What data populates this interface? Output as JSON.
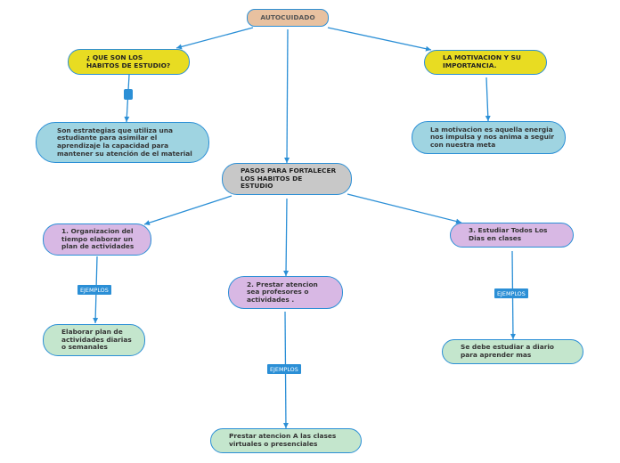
{
  "colors": {
    "line": "#2b8fd6",
    "root": "#e8c1a0",
    "yellow": "#e8dc22",
    "blue": "#9fd4e1",
    "gray": "#c8c8c8",
    "purple": "#d8b8e4",
    "green": "#c4e6cd"
  },
  "nodes": {
    "root": "AUTOCUIDADO",
    "que_son": "¿ QUE SON LOS\nHABITOS DE ESTUDIO?",
    "que_son_def": "Son estrategias que utiliza una\nestudiante para asimilar el\naprendizaje la capacidad para\nmantener su atención de el material",
    "motivacion": "LA MOTIVACION Y SU\nIMPORTANCIA.",
    "motivacion_def": "La motivacion es aquella energia\nnos impulsa y nos anima a seguir\ncon nuestra meta",
    "pasos": "PASOS PARA FORTALECER\nLOS HABITOS DE\nESTUDIO",
    "paso1": "1. Organizacion del\ntiempo elaborar un\nplan de actividades",
    "paso2": "2. Prestar atencion\nsea profesores o\nactividades .",
    "paso3": "3. Estudiar Todos Los\nDias en clases",
    "ejemplo1": "Elaborar plan de\nactividades diarias\no semanales",
    "ejemplo2": "Prestar atencion A las clases\nvirtuales o presenciales",
    "ejemplo3": "Se debe estudiar a diario\npara aprender mas"
  },
  "labels": {
    "ejemplos1": "EJEMPLOS",
    "ejemplos2": "EJEMPLOS",
    "ejemplos3": "EJEMPLOS"
  }
}
